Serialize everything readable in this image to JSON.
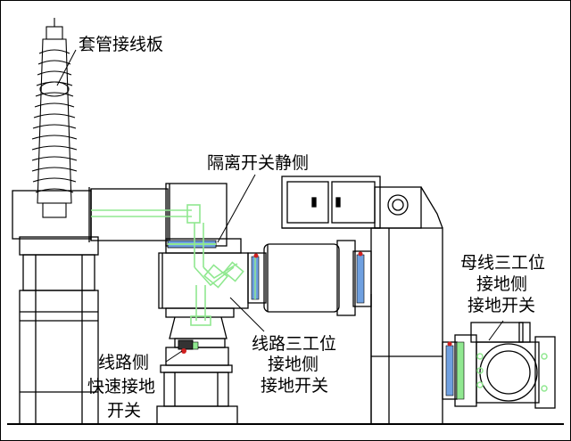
{
  "labels": {
    "bushing_terminal": "套管接线板",
    "disconnector_static_side": "隔离开关静侧",
    "line_three_position_line1": "线路三工位",
    "line_three_position_line2": "接地侧",
    "line_three_position_line3": "接地开关",
    "line_fast_earth_line1": "线路侧",
    "line_fast_earth_line2": "快速接地",
    "line_fast_earth_line3": "开关",
    "busbar_three_position_line1": "母线三工位",
    "busbar_three_position_line2": "接地侧",
    "busbar_three_position_line3": "接地开关"
  },
  "colors": {
    "outline": "#000000",
    "highlight_green": "#90e890",
    "highlight_blue": "#6fa0e0",
    "indicator_red": "#d02020",
    "background": "#ffffff"
  }
}
